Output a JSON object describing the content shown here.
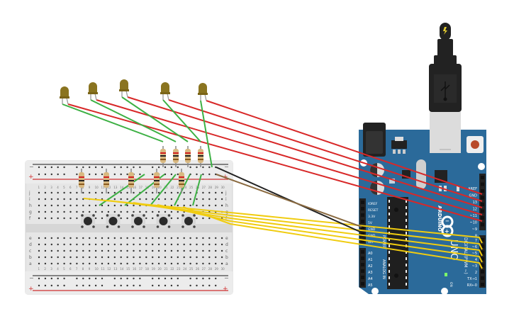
{
  "diagram": {
    "type": "circuit",
    "description": "Arduino Uno with 5 LEDs and 5 pushbuttons on a breadboard"
  },
  "colors": {
    "board": "#2b6a9a",
    "board_dark": "#1f5178",
    "breadboard": "#e8e8e8",
    "rail_red": "#d03030",
    "rail_black": "#444444",
    "wire_red": "#d82828",
    "wire_green": "#3cb043",
    "wire_yellow": "#f0cc10",
    "wire_black": "#222222",
    "wire_brown": "#8a6a40",
    "led_body": "#8a7420",
    "header": "#222222"
  },
  "arduino": {
    "brand": "ARDUINO",
    "model": "UNO",
    "on_label": "ON",
    "tx_label": "TX",
    "rx_label": "RX",
    "digital_label": "DIGITAL (PWM ~)",
    "power_label": "POWER",
    "analog_label": "ANALOG IN",
    "power_pins": [
      "IOREF",
      "RESET",
      "3.3V",
      "5V",
      "GND",
      "GND",
      "Vin"
    ],
    "analog_pins": [
      "A0",
      "A1",
      "A2",
      "A3",
      "A4",
      "A5"
    ],
    "digital_top_pins": [
      "AREF",
      "GND",
      "13",
      "12",
      "~11",
      "~10",
      "~9",
      "8"
    ],
    "digital_bottom_pins": [
      "7",
      "~6",
      "~5",
      "4",
      "~3",
      "2",
      "TX→1",
      "RX←0"
    ]
  },
  "breadboard": {
    "row_letters_top": [
      "j",
      "i",
      "h",
      "g",
      "f"
    ],
    "row_letters_bottom": [
      "e",
      "d",
      "c",
      "b",
      "a"
    ],
    "columns": 30,
    "rail_minus": "−",
    "rail_plus": "+"
  },
  "leds": [
    {
      "id": "led-1",
      "color": "yellow",
      "pin": "9"
    },
    {
      "id": "led-2",
      "color": "yellow",
      "pin": "10"
    },
    {
      "id": "led-3",
      "color": "yellow",
      "pin": "11"
    },
    {
      "id": "led-4",
      "color": "yellow",
      "pin": "12"
    },
    {
      "id": "led-5",
      "color": "yellow",
      "pin": "13"
    }
  ],
  "buttons": [
    {
      "id": "button-1",
      "pin": "3"
    },
    {
      "id": "button-2",
      "pin": "4"
    },
    {
      "id": "button-3",
      "pin": "5"
    },
    {
      "id": "button-4",
      "pin": "6"
    },
    {
      "id": "button-5",
      "pin": "7"
    }
  ],
  "resistors": {
    "led_count": 4,
    "button_count": 5
  }
}
